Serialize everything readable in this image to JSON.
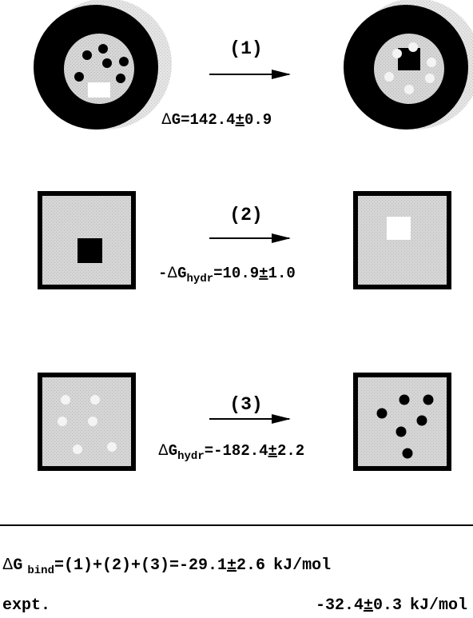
{
  "steps": [
    {
      "label": "(1)",
      "prefix": "",
      "delta": "Δ",
      "symbol": "G",
      "subscript": "",
      "equals": "=",
      "value": "142.4",
      "pm": "±",
      "error": "0.9"
    },
    {
      "label": "(2)",
      "prefix": "-",
      "delta": "Δ",
      "symbol": "G",
      "subscript": "hydr",
      "equals": "=",
      "value": "10.9",
      "pm": "±",
      "error": "1.0"
    },
    {
      "label": "(3)",
      "prefix": "",
      "delta": "Δ",
      "symbol": "G",
      "subscript": "hydr",
      "equals": "=",
      "value": "-182.4",
      "pm": "±",
      "error": "2.2"
    }
  ],
  "summary": {
    "delta": "Δ",
    "symbol": "G",
    "subscript": "bind",
    "expression": "=(1)+(2)+(3)=",
    "value": "-29.1",
    "pm": "±",
    "error": "2.6",
    "unit": "kJ/mol"
  },
  "experiment": {
    "label": "expt.",
    "value": "-32.4",
    "pm": "±",
    "error": "0.3",
    "unit": "kJ/mol"
  },
  "colors": {
    "background": "#ffffff",
    "ink": "#000000",
    "stipple_fill": "#d4d4d4",
    "halo": "#dcdcdc",
    "void": "#ffffff"
  }
}
